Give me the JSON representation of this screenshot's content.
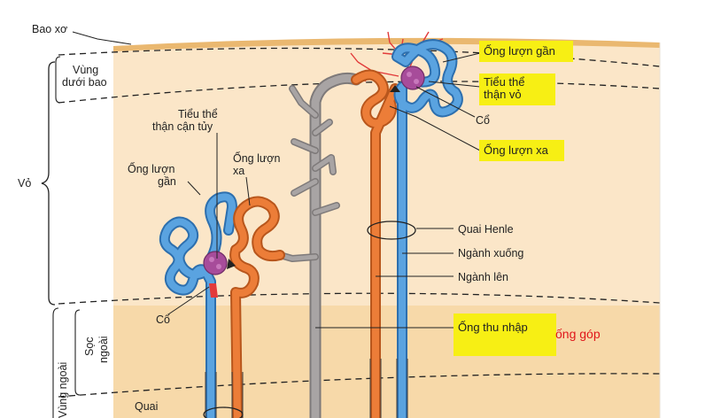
{
  "labels": {
    "bao_xo": "Bao xơ",
    "vung_duoi_bao": [
      "Vùng",
      "dưới bao"
    ],
    "vo": "Vỏ",
    "tieu_the_than_can_tuy": [
      "Tiểu thể",
      "thận cận tủy"
    ],
    "ong_luon_gan_left": [
      "Ống lượn",
      "gần"
    ],
    "ong_luon_xa_left": [
      "Ống lượn",
      "xa"
    ],
    "co_left": "Cổ",
    "ong_luon_gan_right": "Ống lượn gần",
    "tieu_the_than_vo": [
      "Tiểu thể",
      "thận vỏ"
    ],
    "co_right": "Cổ",
    "ong_luon_xa_right": "Ống lượn xa",
    "quai_henle": "Quai Henle",
    "nganh_xuong": "Ngành xuống",
    "nganh_len": "Ngành lên",
    "ong_thu_nhap": "Ống thu nhập",
    "ong_gop": "ống góp",
    "soc_ngoai": [
      "Sọc",
      "ngoài"
    ],
    "vung_ngoai": "Vùng ngoài",
    "quai": "Quai"
  },
  "colors": {
    "cortex": "#fbe6c8",
    "medulla": "#f7d9a9",
    "capsule": "#eab870",
    "blue_tubule": "#4a95d6",
    "orange_tubule": "#e8732c",
    "gray_duct": "#9e9a9a",
    "glomerulus": "#a74c9a",
    "highlight": "#f7ef14",
    "annotation_red": "#e0171b"
  }
}
